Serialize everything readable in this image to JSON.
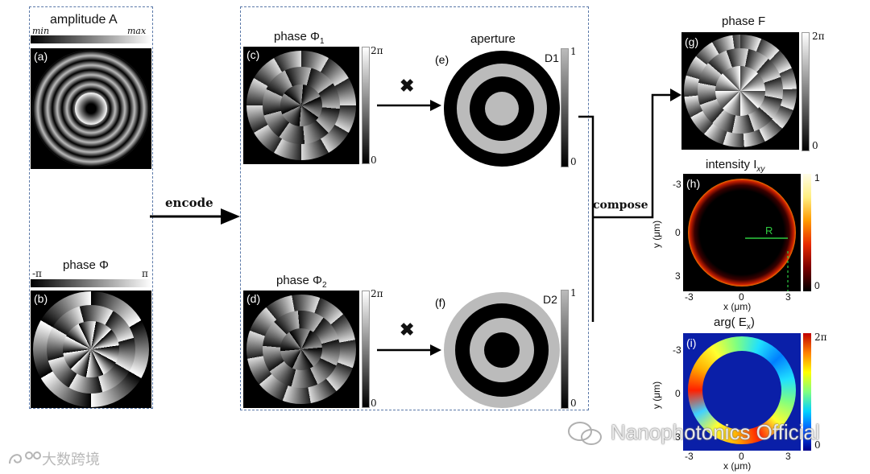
{
  "left_box": {
    "title_amplitude": "amplitude A",
    "bar_min": "min",
    "bar_max": "max",
    "label_a": "(a)",
    "title_phase": "phase Φ",
    "bar_left": "-π",
    "bar_right": "π",
    "label_b": "(b)"
  },
  "arrows": {
    "encode": "encode",
    "compose": "compose",
    "multiply": "✖"
  },
  "middle_box": {
    "phase1_title": "phase Φ",
    "phase1_sub": "1",
    "phase2_title": "phase Φ",
    "phase2_sub": "2",
    "aperture_title": "aperture",
    "label_c": "(c)",
    "label_d": "(d)",
    "label_e": "(e)",
    "label_f": "(f)",
    "d1": "D1",
    "d2": "D2",
    "cb_top": "2π",
    "cb_bottom": "0",
    "cb_one": "1",
    "cb_zero": "0"
  },
  "right": {
    "phaseF_title": "phase F",
    "label_g": "(g)",
    "cb_g_top": "2π",
    "cb_g_bottom": "0",
    "intensity_title": "intensity I",
    "intensity_sub": "xy",
    "label_h": "(h)",
    "cb_h_top": "1",
    "cb_h_bottom": "0",
    "r_label": "R",
    "y_ticks": [
      "-3",
      "0",
      "3"
    ],
    "x_ticks": [
      "-3",
      "0",
      "3"
    ],
    "y_axis_label": "y (μm)",
    "x_axis_label": "x (μm)",
    "arg_title": "arg( E",
    "arg_sub": "x",
    "arg_close": ")",
    "label_i": "(i)",
    "cb_i_top": "2π",
    "cb_i_bottom": "0"
  },
  "watermarks": {
    "right": "Nanophotonics Official",
    "left": "大数跨境"
  }
}
